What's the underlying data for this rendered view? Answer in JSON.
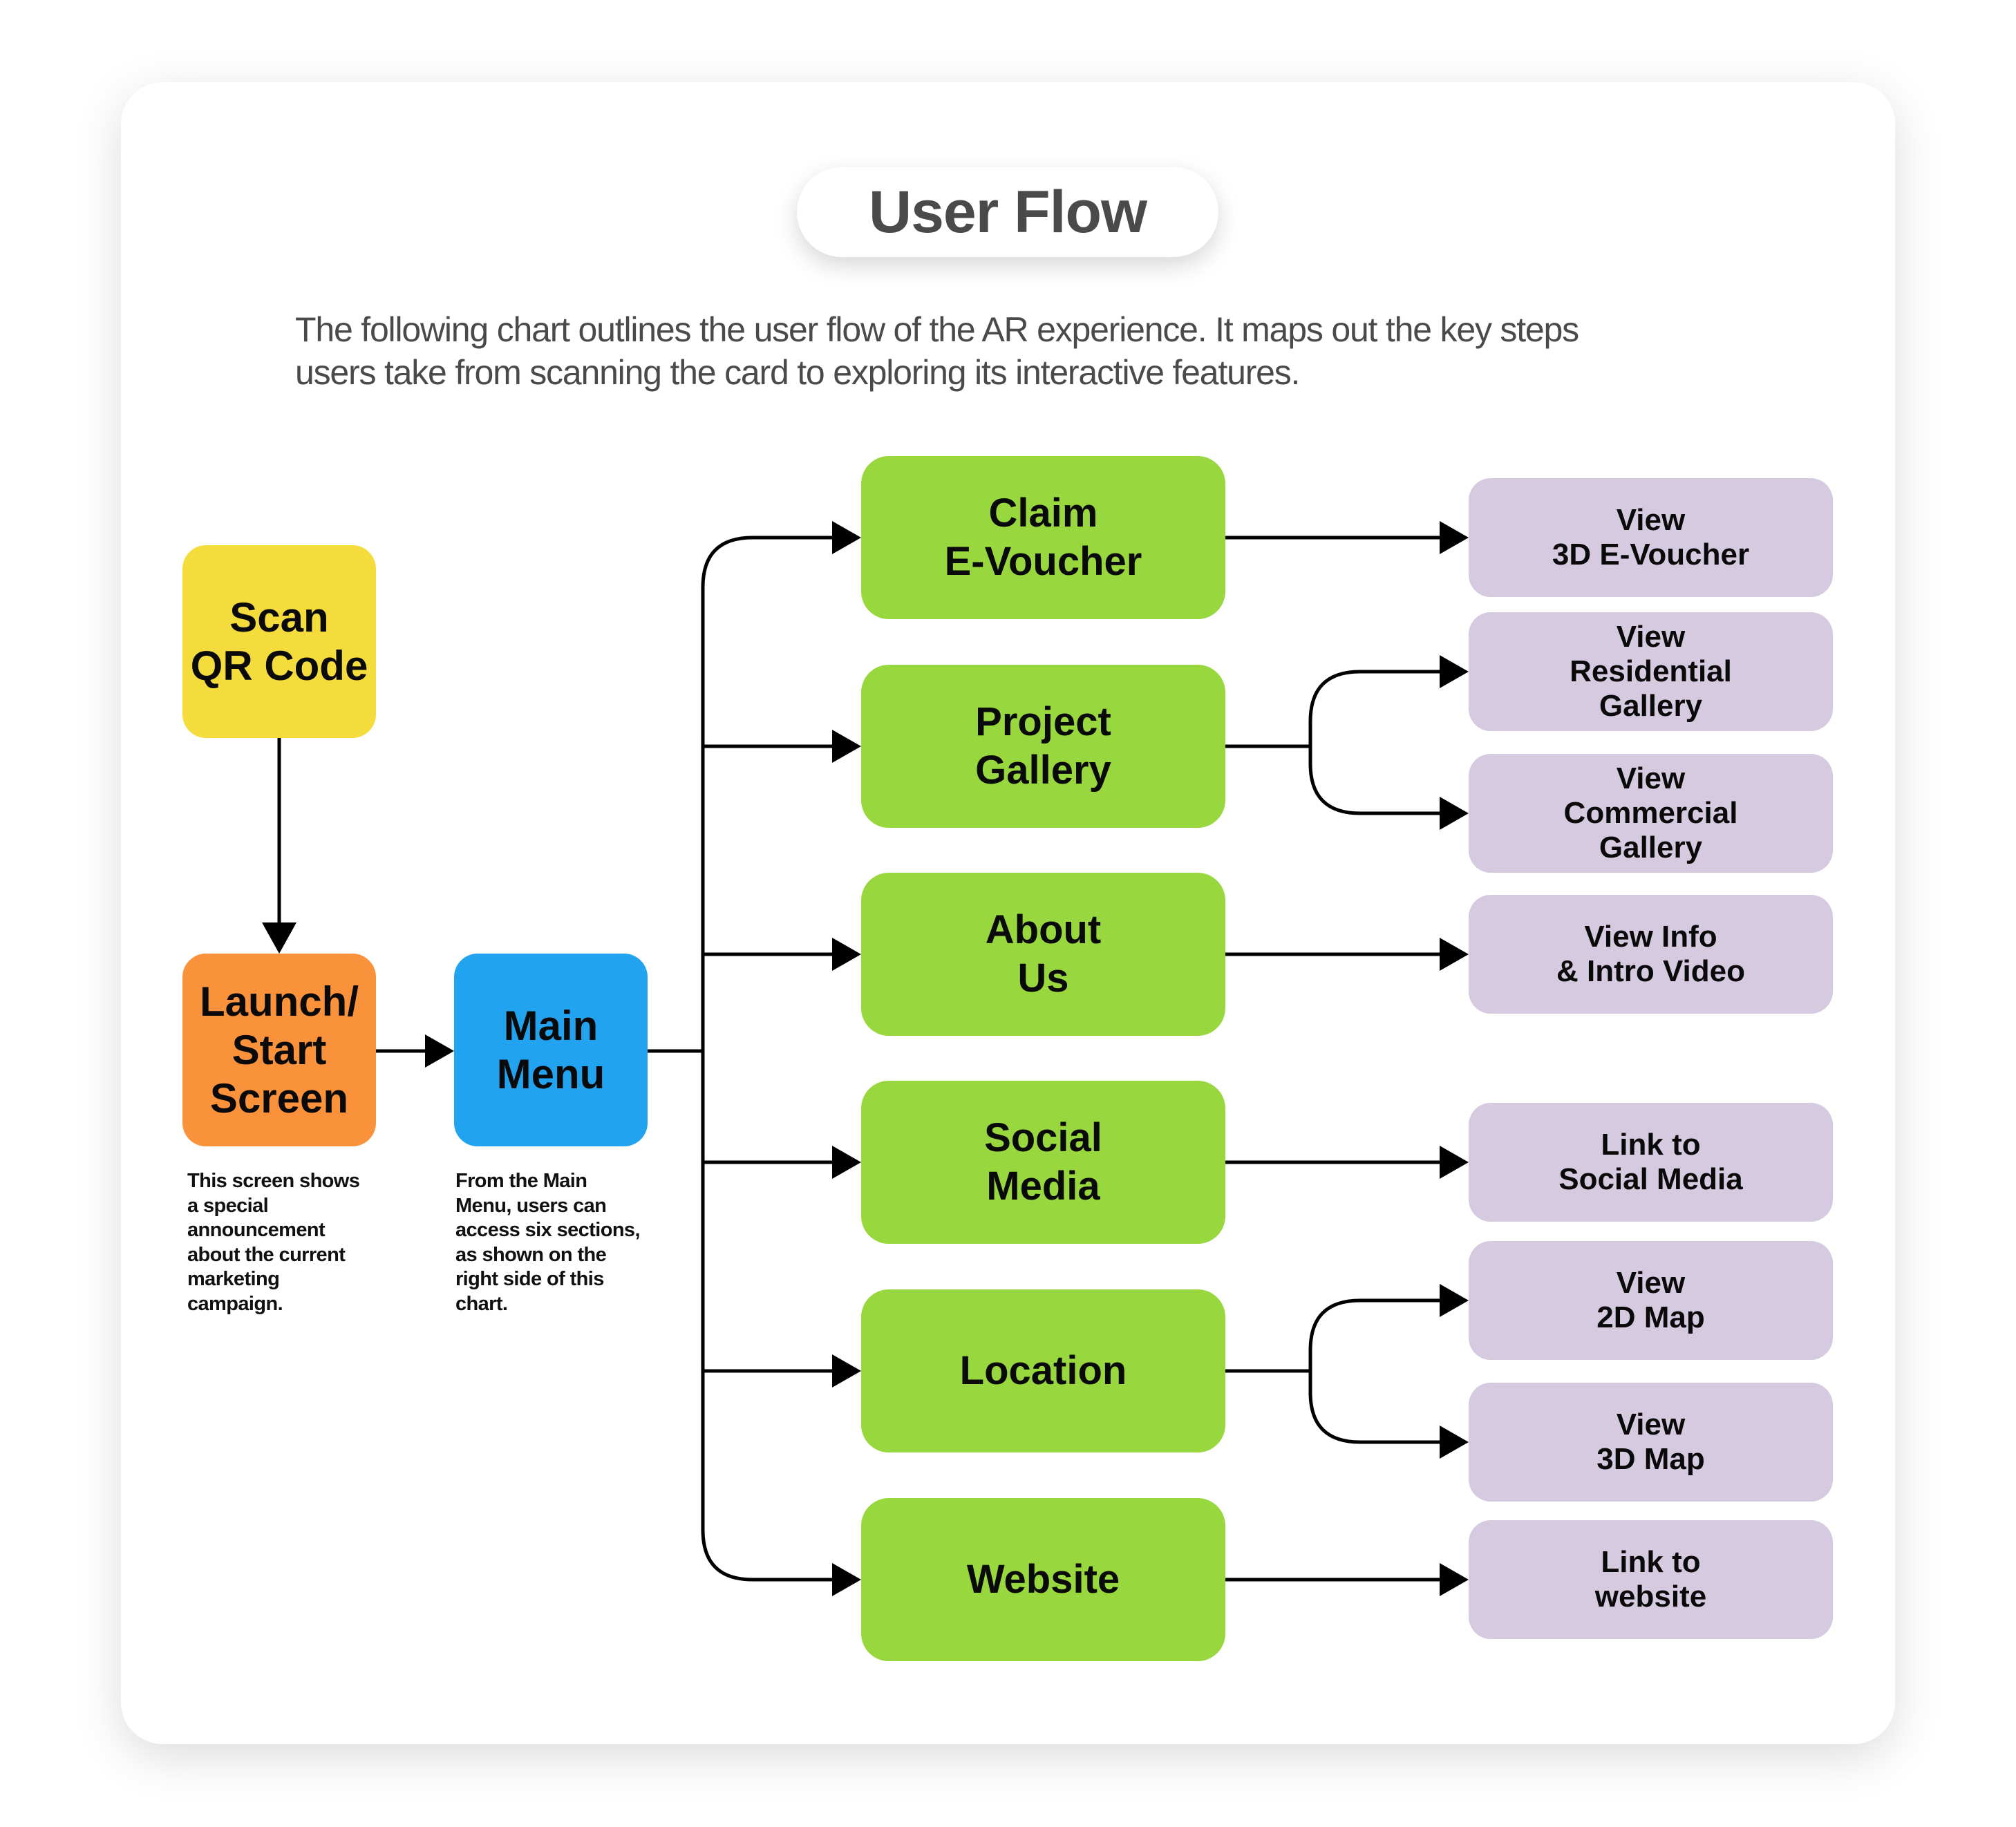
{
  "title": "User Flow",
  "description": [
    "The following chart outlines the user flow of the AR experience. It maps out the key steps",
    "users take from scanning the card to exploring its interactive features."
  ],
  "colors": {
    "scan": "#F4DC3C",
    "launch": "#FA923C",
    "main_menu": "#22A3F0",
    "section": "#98D73D",
    "action": "#D6CAE0",
    "connector": "#000000",
    "title_text": "#4A4A4A"
  },
  "flow": {
    "scan": {
      "label": "Scan\nQR Code"
    },
    "launch": {
      "label": "Launch/\nStart\nScreen",
      "note": [
        "This screen shows",
        "a special",
        "announcement",
        "about the current",
        "marketing",
        "campaign."
      ]
    },
    "main_menu": {
      "label": "Main\nMenu",
      "note": [
        "From the Main",
        "Menu, users can",
        "access six sections,",
        "as shown on the",
        "right side of this",
        "chart."
      ]
    },
    "sections": [
      {
        "label": "Claim\nE-Voucher",
        "actions": [
          {
            "label": "View\n3D E-Voucher"
          }
        ]
      },
      {
        "label": "Project\nGallery",
        "actions": [
          {
            "label": "View\nResidential\nGallery"
          },
          {
            "label": "View\nCommercial\nGallery"
          }
        ]
      },
      {
        "label": "About\nUs",
        "actions": [
          {
            "label": "View Info\n& Intro Video"
          }
        ]
      },
      {
        "label": "Social\nMedia",
        "actions": [
          {
            "label": "Link to\nSocial Media"
          }
        ]
      },
      {
        "label": "Location",
        "actions": [
          {
            "label": "View\n2D Map"
          },
          {
            "label": "View\n3D Map"
          }
        ]
      },
      {
        "label": "Website",
        "actions": [
          {
            "label": "Link to\nwebsite"
          }
        ]
      }
    ]
  }
}
